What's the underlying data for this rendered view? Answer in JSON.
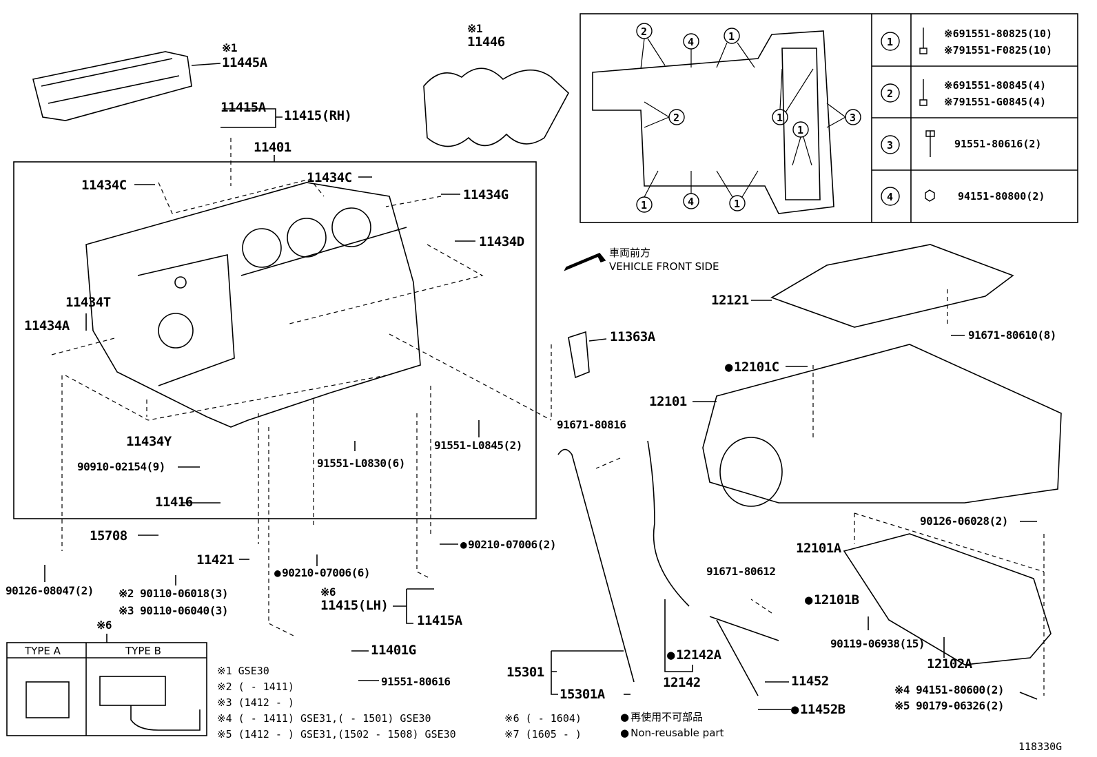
{
  "parts": {
    "p11445A_mark": "※1",
    "p11445A": "11445A",
    "p11446_mark": "※1",
    "p11446": "11446",
    "p11415A_top": "11415A",
    "p11415RH": "11415(RH)",
    "p11401": "11401",
    "p11434C_left": "11434C",
    "p11434C_mid": "11434C",
    "p11434G": "11434G",
    "p11434D": "11434D",
    "p11434T": "11434T",
    "p11434A": "11434A",
    "p11434Y": "11434Y",
    "p90910": "90910-02154(9)",
    "p11416": "11416",
    "p91551L0830": "91551-L0830(6)",
    "p91551L0845": "91551-L0845(2)",
    "p15708": "15708",
    "p11421": "11421",
    "p90126_08047": "90126-08047(2)",
    "p90110_06018": "※2 90110-06018(3)",
    "p90110_06040": "※3 90110-06040(3)",
    "p90210_left": "90210-07006(6)",
    "p90210_right": "90210-07006(2)",
    "p11415LH_mark": "※6",
    "p11415LH": "11415(LH)",
    "p11415A_bottom": "11415A",
    "p11401G": "11401G",
    "p91551_80616": "91551-80616",
    "p15301": "15301",
    "p15301A": "15301A",
    "p91671_80816": "91671-80816",
    "p12142": "12142",
    "p12142A": "12142A",
    "p91671_80612": "91671-80612",
    "p11452": "11452",
    "p11452B": "11452B",
    "p11363A": "11363A",
    "p12121": "12121",
    "p91671_80610": "91671-80610(8)",
    "p12101C": "12101C",
    "p12101": "12101",
    "p90126_06028": "90126-06028(2)",
    "p12101A": "12101A",
    "p12101B": "12101B",
    "p90119_06938": "90119-06938(15)",
    "p12102A": "12102A",
    "p94151_80600": "※4 94151-80600(2)",
    "p90179_06326": "※5 90179-06326(2)",
    "type_mark": "※6"
  },
  "direction": {
    "jp": "車両前方",
    "en": "VEHICLE FRONT SIDE"
  },
  "types": {
    "a": "TYPE A",
    "b": "TYPE B"
  },
  "notes": {
    "n1": "※1 GSE30",
    "n2": "※2 (       - 1411)",
    "n3": "※3 (1412 -       )",
    "n4": "※4 (       - 1411) GSE31,(       - 1501) GSE30",
    "n5": "※5 (1412 -       ) GSE31,(1502  - 1508) GSE30",
    "n6": "※6 (       - 1604)",
    "n7": "※7 (1605 -       )",
    "legend_jp": "再使用不可部品",
    "legend_en": "Non-reusable part",
    "drawing_no": "118330G"
  },
  "bolt_table": [
    {
      "num": "1",
      "lines": [
        "※691551-80825(10)",
        "※791551-F0825(10)"
      ]
    },
    {
      "num": "2",
      "lines": [
        "※691551-80845(4)",
        "※791551-G0845(4)"
      ]
    },
    {
      "num": "3",
      "lines": [
        "91551-80616(2)"
      ]
    },
    {
      "num": "4",
      "lines": [
        "94151-80800(2)"
      ]
    }
  ],
  "inset_callouts": [
    "2",
    "4",
    "1",
    "2",
    "1",
    "3",
    "1",
    "1",
    "4",
    "1"
  ]
}
